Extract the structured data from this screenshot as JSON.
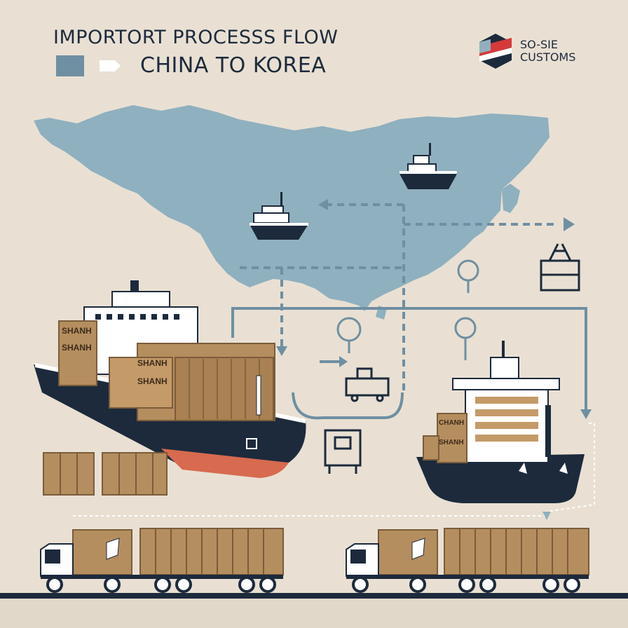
{
  "header": {
    "title": "IMPORTORT PROCESSS FLOW",
    "subtitle": "CHINA TO KOREA"
  },
  "logo": {
    "line1": "SO-SIE",
    "line2": "CUSTOMS",
    "icon": "shield-flag-icon"
  },
  "cargo_labels": {
    "ship_left_container_1": "SHANH",
    "ship_left_container_2": "SHANH",
    "ship_left_container_3": "SHANH",
    "ship_left_container_4": "SHANH",
    "ship_right_container_1": "CHANH",
    "ship_right_container_2": "SHANH"
  },
  "colors": {
    "background": "#e9e0d3",
    "map": "#8fb0bf",
    "navy": "#1c2a3c",
    "cardboard": "#b58e5f",
    "hull_red": "#d76a4f",
    "flow_line": "#6f8fa2"
  },
  "icons": [
    "cargo-ship-icon",
    "customs-office-icon",
    "forklift-icon",
    "location-pin-icon",
    "truck-icon",
    "crane-icon"
  ]
}
